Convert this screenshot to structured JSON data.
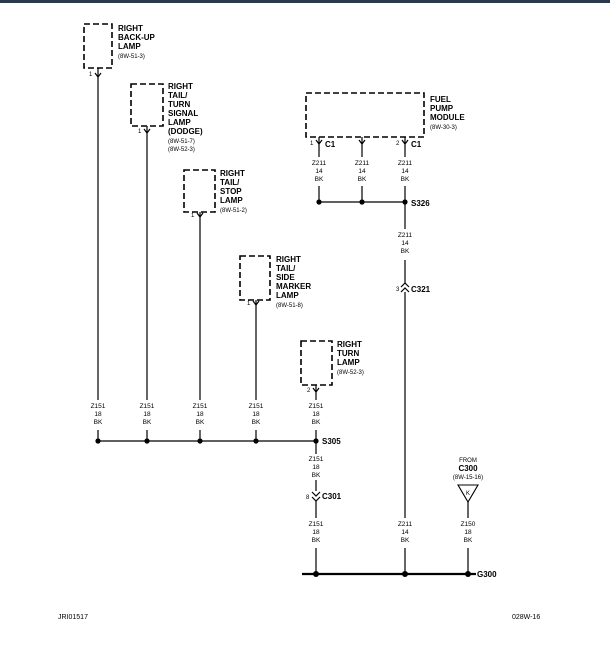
{
  "components": {
    "backup_lamp": {
      "title": [
        "RIGHT",
        "BACK-UP",
        "LAMP"
      ],
      "ref": [
        "(8W-51-3)"
      ],
      "pin": "1"
    },
    "tail_turn_signal": {
      "title": [
        "RIGHT",
        "TAIL/",
        "TURN",
        "SIGNAL",
        "LAMP",
        "(DODGE)"
      ],
      "ref": [
        "(8W-51-7)",
        "(8W-52-3)"
      ],
      "pin": "1"
    },
    "tail_stop": {
      "title": [
        "RIGHT",
        "TAIL/",
        "STOP",
        "LAMP"
      ],
      "ref": [
        "(8W-51-2)"
      ],
      "pin": "1"
    },
    "side_marker": {
      "title": [
        "RIGHT",
        "TAIL/",
        "SIDE",
        "MARKER",
        "LAMP"
      ],
      "ref": [
        "(8W-51-8)"
      ],
      "pin": "1"
    },
    "turn_lamp": {
      "title": [
        "RIGHT",
        "TURN",
        "LAMP"
      ],
      "ref": [
        "(8W-52-3)"
      ],
      "pin": "2"
    },
    "fuel_pump": {
      "title": [
        "FUEL",
        "PUMP",
        "MODULE"
      ],
      "ref": [
        "(8W-30-3)"
      ],
      "pin1": "1",
      "conn1": "C1",
      "pin2": "2",
      "conn2": "C1"
    }
  },
  "wire_labels": {
    "lamp_wire": [
      "Z151",
      "18",
      "BK"
    ],
    "fuel_wire": [
      "Z211",
      "14",
      "BK"
    ],
    "ground_wire": [
      "Z150",
      "18",
      "BK"
    ]
  },
  "splices": {
    "s305": "S305",
    "s326": "S326"
  },
  "connectors": {
    "c301": "C301",
    "c301_pin": "8",
    "c321": "C321",
    "c321_pin": "3"
  },
  "from_label": {
    "lines": [
      "FROM",
      "C300",
      "(8W-15-16)"
    ],
    "pin": "K"
  },
  "ground": "G300",
  "footer": {
    "left": "JRI01517",
    "right": "028W-16"
  }
}
